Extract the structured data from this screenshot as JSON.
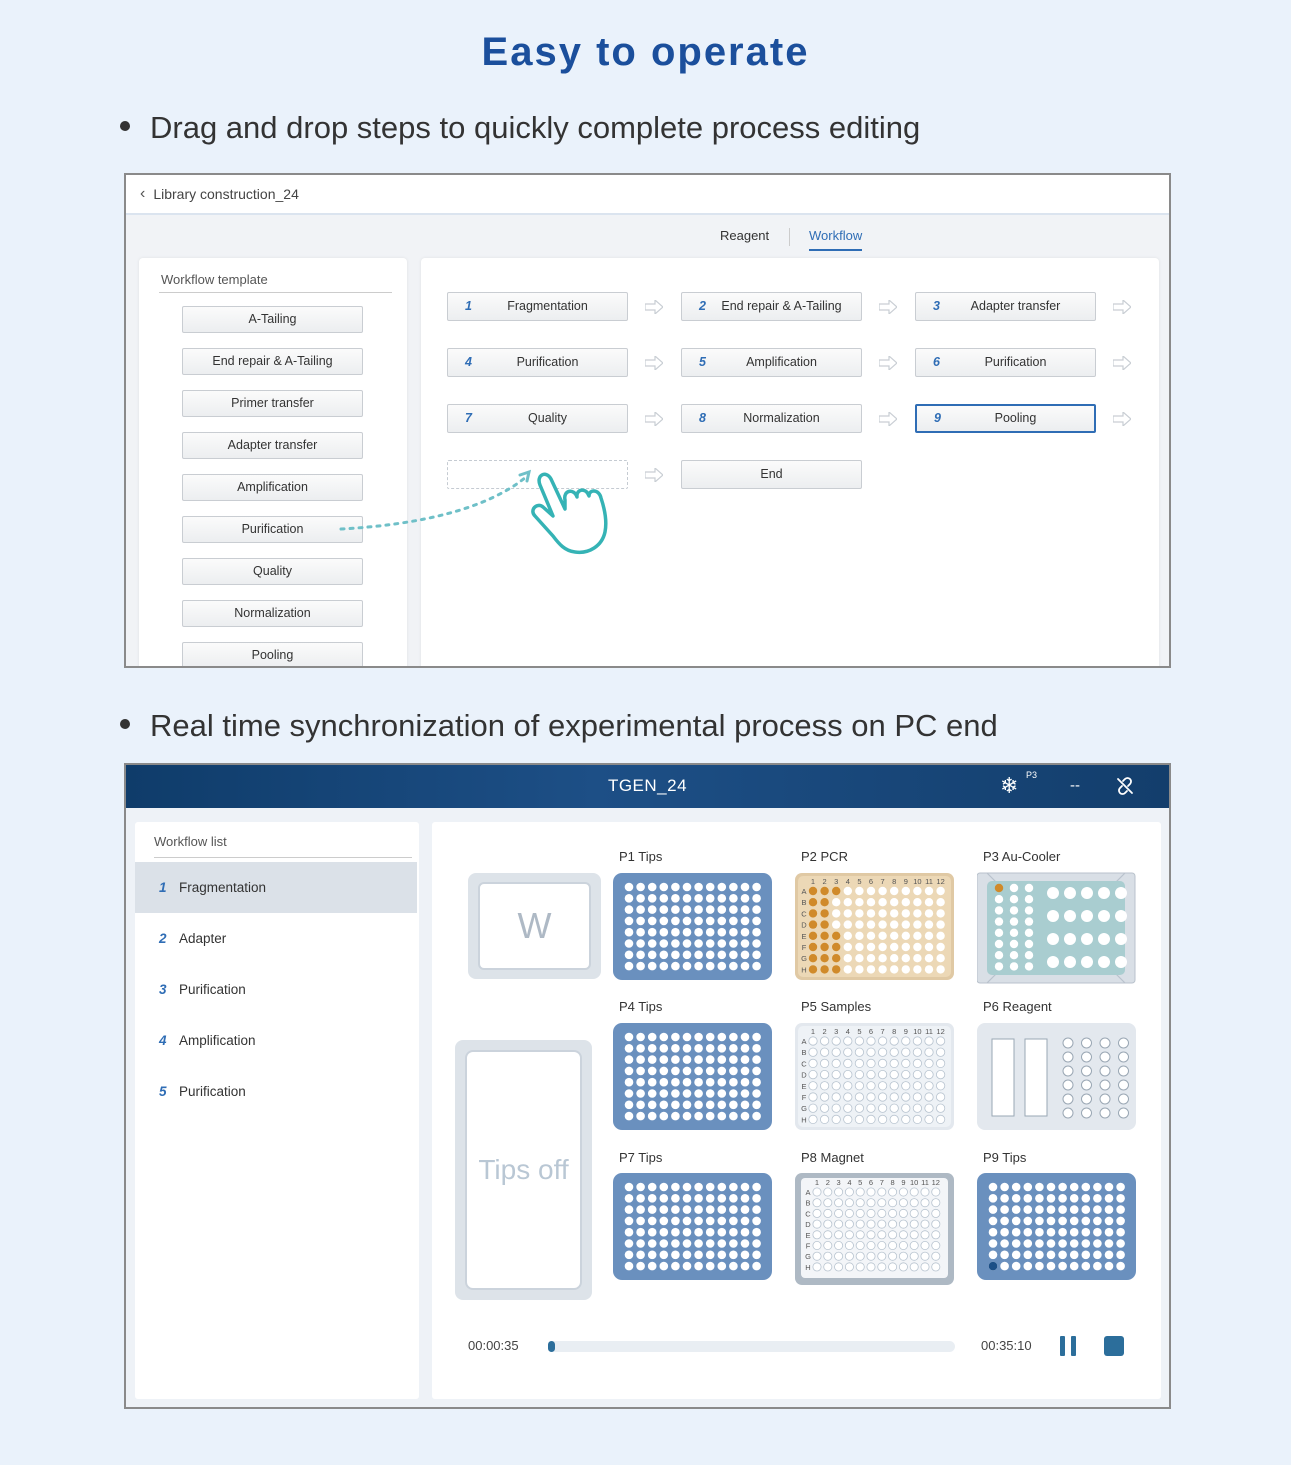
{
  "page": {
    "title": "Easy to operate",
    "bullet1": "Drag and drop steps to quickly complete process editing",
    "bullet2": "Real time synchronization of experimental process on PC end"
  },
  "editor": {
    "back_label": "Library construction_24",
    "tabs": [
      {
        "label": "Reagent",
        "active": false
      },
      {
        "label": "Workflow",
        "active": true
      }
    ],
    "template": {
      "title": "Workflow template",
      "items": [
        "A-Tailing",
        "End repair & A-Tailing",
        "Primer transfer",
        "Adapter transfer",
        "Amplification",
        "Purification",
        "Quality",
        "Normalization",
        "Pooling"
      ]
    },
    "workflow": {
      "steps": [
        {
          "num": "1",
          "label": "Fragmentation"
        },
        {
          "num": "2",
          "label": "End repair & A-Tailing"
        },
        {
          "num": "3",
          "label": "Adapter transfer"
        },
        {
          "num": "4",
          "label": "Purification"
        },
        {
          "num": "5",
          "label": "Amplification"
        },
        {
          "num": "6",
          "label": "Purification"
        },
        {
          "num": "7",
          "label": "Quality"
        },
        {
          "num": "8",
          "label": "Normalization"
        },
        {
          "num": "9",
          "label": "Pooling"
        }
      ],
      "selected_step": "9",
      "end_label": "End"
    }
  },
  "monitor": {
    "title": "TGEN_24",
    "cooler_badge": "P3",
    "status_dash": "--",
    "workflow_list": {
      "title": "Workflow list",
      "items": [
        {
          "num": "1",
          "label": "Fragmentation"
        },
        {
          "num": "2",
          "label": "Adapter"
        },
        {
          "num": "3",
          "label": "Purification"
        },
        {
          "num": "4",
          "label": "Amplification"
        },
        {
          "num": "5",
          "label": "Purification"
        }
      ],
      "active": "1"
    },
    "deck": {
      "waste_label": "W",
      "tips_off_label": "Tips off",
      "slots": {
        "p1": "P1 Tips",
        "p2": "P2 PCR",
        "p3": "P3 Au-Cooler",
        "p4": "P4 Tips",
        "p5": "P5 Samples",
        "p6": "P6 Reagent",
        "p7": "P7 Tips",
        "p8": "P8 Magnet",
        "p9": "P9 Tips"
      },
      "plate_cols": [
        "1",
        "2",
        "3",
        "4",
        "5",
        "6",
        "7",
        "8",
        "9",
        "10",
        "11",
        "12"
      ],
      "plate_rows": [
        "A",
        "B",
        "C",
        "D",
        "E",
        "F",
        "G",
        "H"
      ]
    },
    "progress": {
      "elapsed": "00:00:35",
      "total": "00:35:10",
      "fraction": 0.017
    },
    "colors": {
      "accent": "#2f6db5",
      "tipbox": "#6a90be",
      "pcr_filled": "#d08a2a",
      "cooler": "#a9cdd0",
      "progress": "#2c6e9b"
    }
  }
}
